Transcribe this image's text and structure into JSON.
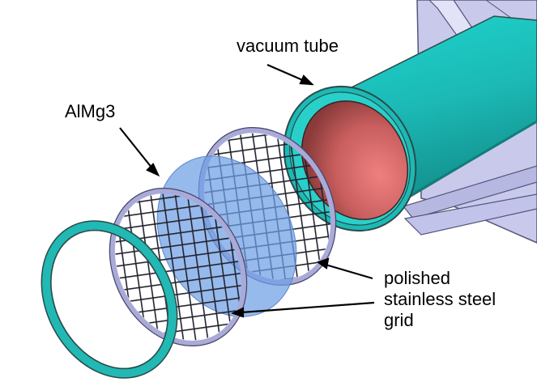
{
  "labels": {
    "vacuum_tube": "vacuum tube",
    "window_material": "AlMg3",
    "grid_line1": "polished",
    "grid_line2": "stainless steel",
    "grid_line3": "grid"
  },
  "colors": {
    "tube": "#1fc6c0",
    "tube_shadow": "#139e9a",
    "tube_inner": "#c65a5a",
    "ring": "#22b8b4",
    "foil": "#6f9fe6",
    "grid": "#2b2b3a",
    "frame": "#a9aad8",
    "frame_dark": "#7f80b8"
  }
}
